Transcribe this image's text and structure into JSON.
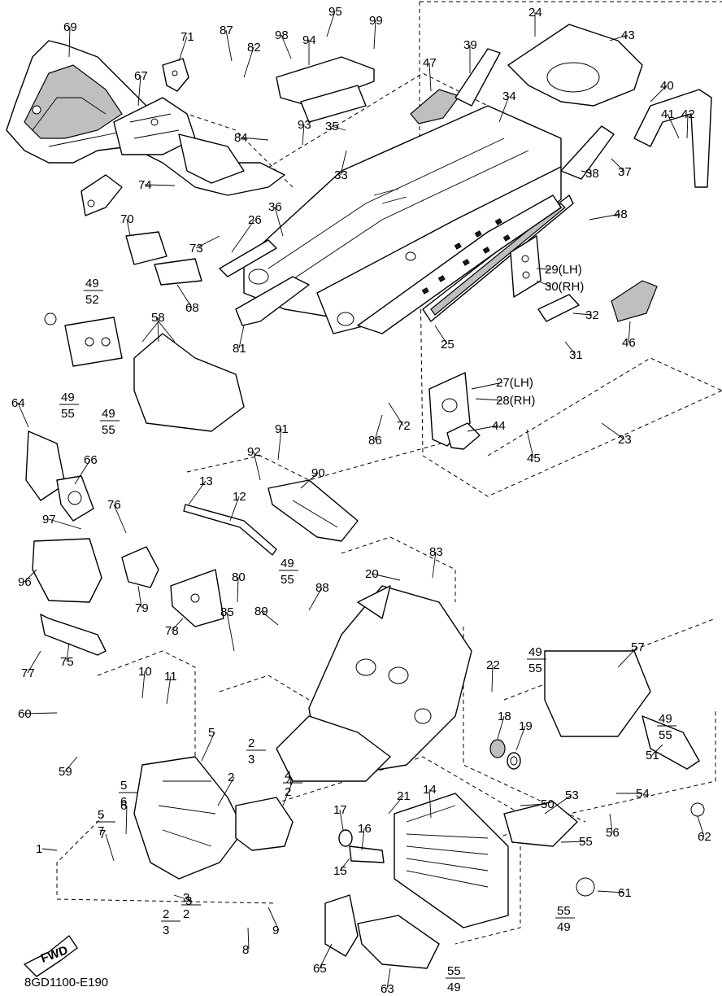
{
  "diagram": {
    "part_labels": [
      "1",
      "2",
      "3",
      "4",
      "5",
      "6",
      "7",
      "8",
      "9",
      "10",
      "11",
      "12",
      "13",
      "14",
      "15",
      "16",
      "17",
      "18",
      "19",
      "20",
      "21",
      "22",
      "23",
      "24",
      "25",
      "26",
      "27(LH)",
      "28(RH)",
      "29(LH)",
      "30(RH)",
      "31",
      "32",
      "33",
      "34",
      "35",
      "36",
      "37",
      "38",
      "39",
      "40",
      "41",
      "42",
      "43",
      "44",
      "45",
      "46",
      "47",
      "48",
      "49",
      "50",
      "51",
      "52",
      "53",
      "54",
      "55",
      "56",
      "57",
      "58",
      "59",
      "60",
      "61",
      "62",
      "63",
      "64",
      "65",
      "66",
      "67",
      "68",
      "69",
      "70",
      "71",
      "72",
      "73",
      "74",
      "75",
      "76",
      "77",
      "78",
      "79",
      "80",
      "81",
      "82",
      "83",
      "84",
      "85",
      "86",
      "87",
      "88",
      "89",
      "90",
      "91",
      "92",
      "93",
      "94",
      "95",
      "96",
      "97",
      "98",
      "99"
    ],
    "fraction_labels": [
      {
        "top": "49",
        "bottom": "52"
      },
      {
        "top": "49",
        "bottom": "55"
      },
      {
        "top": "55",
        "bottom": "49"
      },
      {
        "top": "2",
        "bottom": "3"
      },
      {
        "top": "3",
        "bottom": "2"
      },
      {
        "top": "4",
        "bottom": "2"
      },
      {
        "top": "5",
        "bottom": "6"
      },
      {
        "top": "5",
        "bottom": "7"
      }
    ],
    "fwd_label": "FWD",
    "diagram_code": "8GD1100-E190"
  }
}
